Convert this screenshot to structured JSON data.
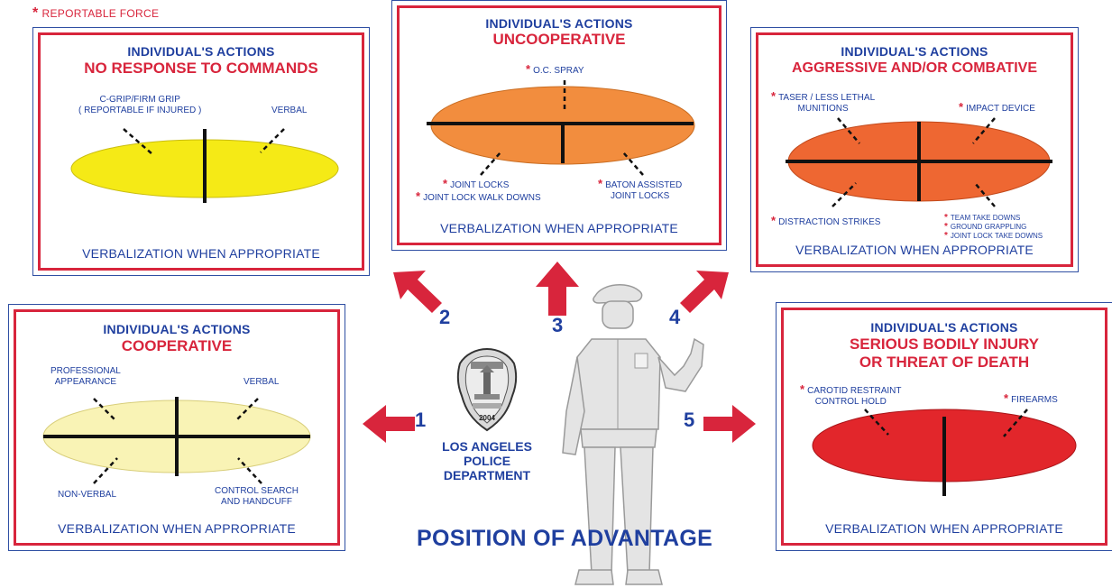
{
  "legend": {
    "symbol": "*",
    "text": "REPORTABLE FORCE"
  },
  "panels": {
    "cooperative": {
      "heading": "INDIVIDUAL'S ACTIONS",
      "level": "COOPERATIVE",
      "footer": "VERBALIZATION WHEN APPROPRIATE",
      "fill": "#f9f3b5",
      "labels": [
        "PROFESSIONAL",
        "APPEARANCE",
        "VERBAL",
        "NON-VERBAL",
        "CONTROL SEARCH",
        "AND HANDCUFF"
      ]
    },
    "no_response": {
      "heading": "INDIVIDUAL'S ACTIONS",
      "level": "NO RESPONSE TO COMMANDS",
      "footer": "VERBALIZATION WHEN APPROPRIATE",
      "fill": "#f5ea16",
      "labels": [
        "C-GRIP/FIRM GRIP",
        "( REPORTABLE IF INJURED )",
        "VERBAL"
      ]
    },
    "uncooperative": {
      "heading": "INDIVIDUAL'S ACTIONS",
      "level": "UNCOOPERATIVE",
      "footer": "VERBALIZATION WHEN APPROPRIATE",
      "fill": "#f28d3e",
      "labels": [
        "O.C. SPRAY",
        "JOINT LOCKS",
        "JOINT LOCK WALK DOWNS",
        "BATON ASSISTED",
        "JOINT LOCKS"
      ]
    },
    "aggressive": {
      "heading": "INDIVIDUAL'S ACTIONS",
      "level": "AGGRESSIVE AND/OR COMBATIVE",
      "footer": "VERBALIZATION WHEN APPROPRIATE",
      "fill": "#ee6732",
      "labels": [
        "TASER / LESS LETHAL",
        "MUNITIONS",
        "IMPACT DEVICE",
        "DISTRACTION STRIKES",
        "TEAM TAKE DOWNS",
        "GROUND GRAPPLING",
        "JOINT LOCK TAKE DOWNS"
      ]
    },
    "serious": {
      "heading": "INDIVIDUAL'S ACTIONS",
      "level_line1": "SERIOUS BODILY INJURY",
      "level_line2": "OR THREAT OF DEATH",
      "footer": "VERBALIZATION WHEN APPROPRIATE",
      "fill": "#e2262b",
      "labels": [
        "CAROTID RESTRAINT",
        "CONTROL HOLD",
        "FIREARMS"
      ]
    }
  },
  "arrows": [
    "1",
    "2",
    "3",
    "4",
    "5"
  ],
  "badge": {
    "year": "2004"
  },
  "department": [
    "LOS ANGELES",
    "POLICE",
    "DEPARTMENT"
  ],
  "title": "POSITION OF ADVANTAGE",
  "colors": {
    "red": "#d8253c",
    "blue": "#1f3f9f"
  }
}
